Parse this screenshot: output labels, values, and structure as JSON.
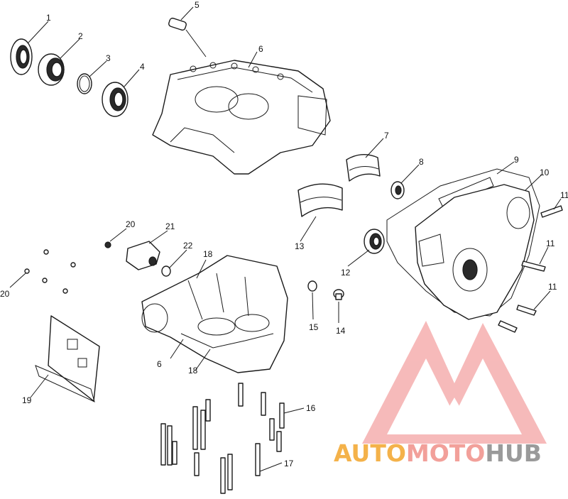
{
  "callouts": [
    "1",
    "2",
    "3",
    "4",
    "5",
    "6",
    "7",
    "8",
    "9",
    "10",
    "11",
    "11",
    "11",
    "12",
    "13",
    "14",
    "15",
    "16",
    "17",
    "18",
    "18",
    "19",
    "20",
    "20",
    "21",
    "22",
    "6"
  ],
  "watermark": {
    "brand_parts": [
      {
        "text": "AUTO",
        "color": "#F4B24A"
      },
      {
        "text": "MOTO",
        "color": "#F2A09A"
      },
      {
        "text": "HUB",
        "color": "#9A9A9A"
      }
    ],
    "logo_color": "#F4A3A3"
  },
  "colors": {
    "line": "#1a1a1a",
    "background": "#ffffff"
  }
}
